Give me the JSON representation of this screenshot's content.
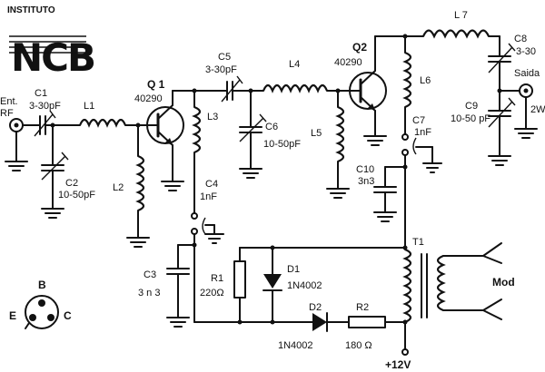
{
  "logo": {
    "top_text": "INSTITUTO",
    "main_text": "NCB"
  },
  "labels": {
    "input_line1": "Ent.",
    "input_line2": "RF",
    "c1": "C1",
    "c1_value": "3-30pF",
    "l1": "L1",
    "q1": "Q 1",
    "q1_part": "40290",
    "c2": "C2",
    "c2_value": "10-50pF",
    "l2": "L2",
    "l3": "L3",
    "c5": "C5",
    "c5_value": "3-30pF",
    "l4": "L4",
    "c6": "C6",
    "c6_value": "10-50pF",
    "l5": "L5",
    "q2": "Q2",
    "q2_part": "40290",
    "l6": "L6",
    "l7": "L 7",
    "c8": "C8",
    "c8_value": "3-30",
    "output": "Saida",
    "c9": "C9",
    "c9_value": "10-50 pF",
    "output_power": "2W",
    "c7": "C7",
    "c7_value": "1nF",
    "c10": "C10",
    "c10_value": "3n3",
    "c4": "C4",
    "c4_value": "1nF",
    "c3": "C3",
    "c3_value": "3 n 3",
    "r1": "R1",
    "r1_value": "220Ω",
    "d1": "D1",
    "d1_part": "1N4002",
    "d2": "D2",
    "d2_part": "1N4002",
    "r2": "R2",
    "r2_value": "180 Ω",
    "supply": "+12V",
    "t1": "T1",
    "mod": "Mod",
    "pin_b": "B",
    "pin_e": "E",
    "pin_c": "C"
  }
}
